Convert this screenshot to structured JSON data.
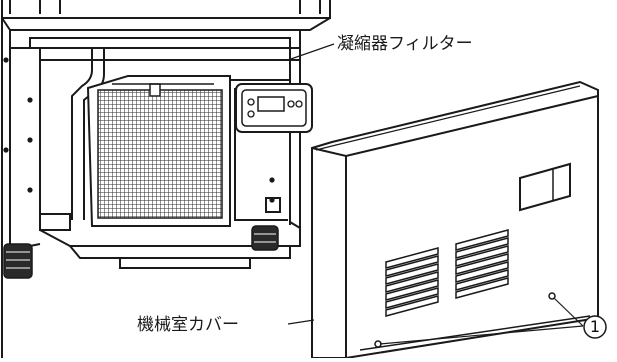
{
  "labels": {
    "condenser_filter": "凝縮器フィルター",
    "machine_room_cover": "機械室カバー",
    "marker": "1"
  },
  "colors": {
    "line": "#1a1a1a",
    "mesh": "#2a2a2a",
    "background": "#ffffff"
  }
}
